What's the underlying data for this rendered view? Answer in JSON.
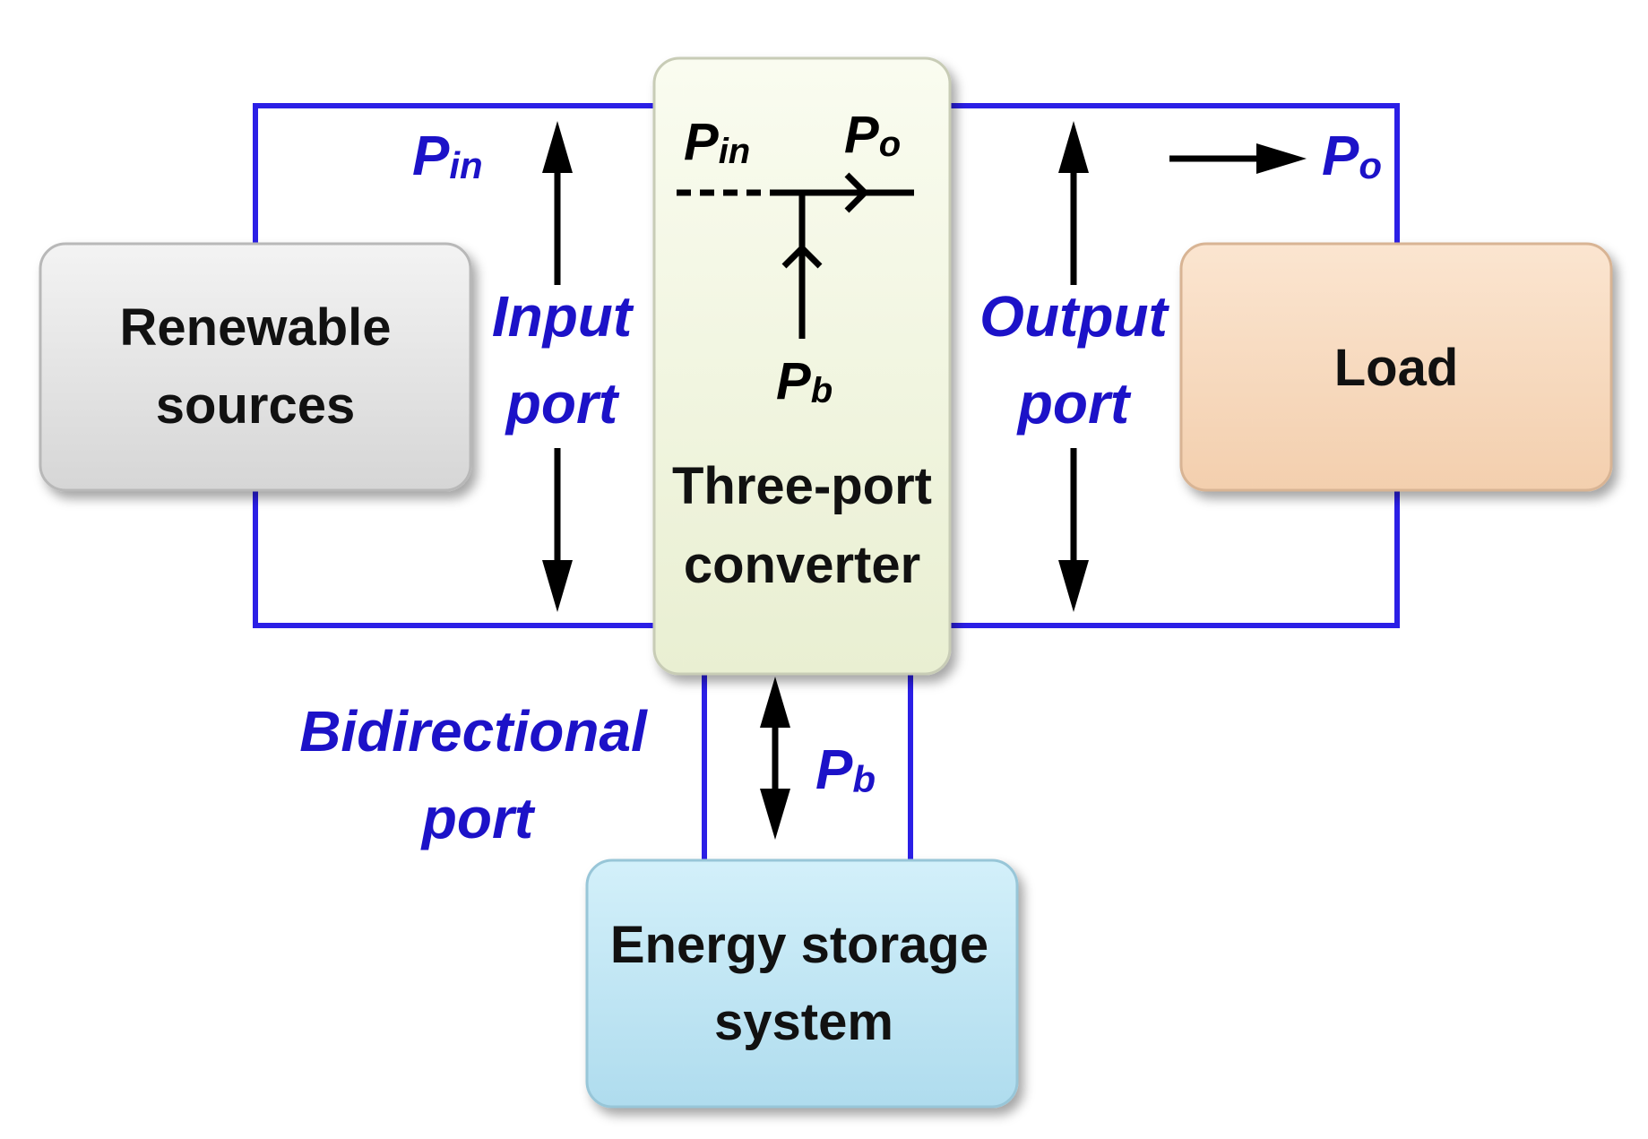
{
  "colors": {
    "wire": "#2b1fe6",
    "label_blue": "#1c12c8",
    "arrow": "#000000",
    "renewable_fill": "#e6e6e6",
    "load_fill": "#f9dbc0",
    "converter_fill": "#f4f8e4",
    "storage_fill": "#c3e8f5"
  },
  "blocks": {
    "renewable": {
      "line1": "Renewable",
      "line2": "sources"
    },
    "load": {
      "label": "Load"
    },
    "converter": {
      "line1": "Three-port",
      "line2": "converter"
    },
    "storage": {
      "line1": "Energy storage",
      "line2": "system"
    }
  },
  "ports": {
    "input": {
      "line1": "Input",
      "line2": "port"
    },
    "output": {
      "line1": "Output",
      "line2": "port"
    },
    "bidirectional": {
      "line1": "Bidirectional",
      "line2": "port"
    }
  },
  "power": {
    "p": "P",
    "in_sub": "in",
    "o_sub": "o",
    "b_sub": "b"
  }
}
